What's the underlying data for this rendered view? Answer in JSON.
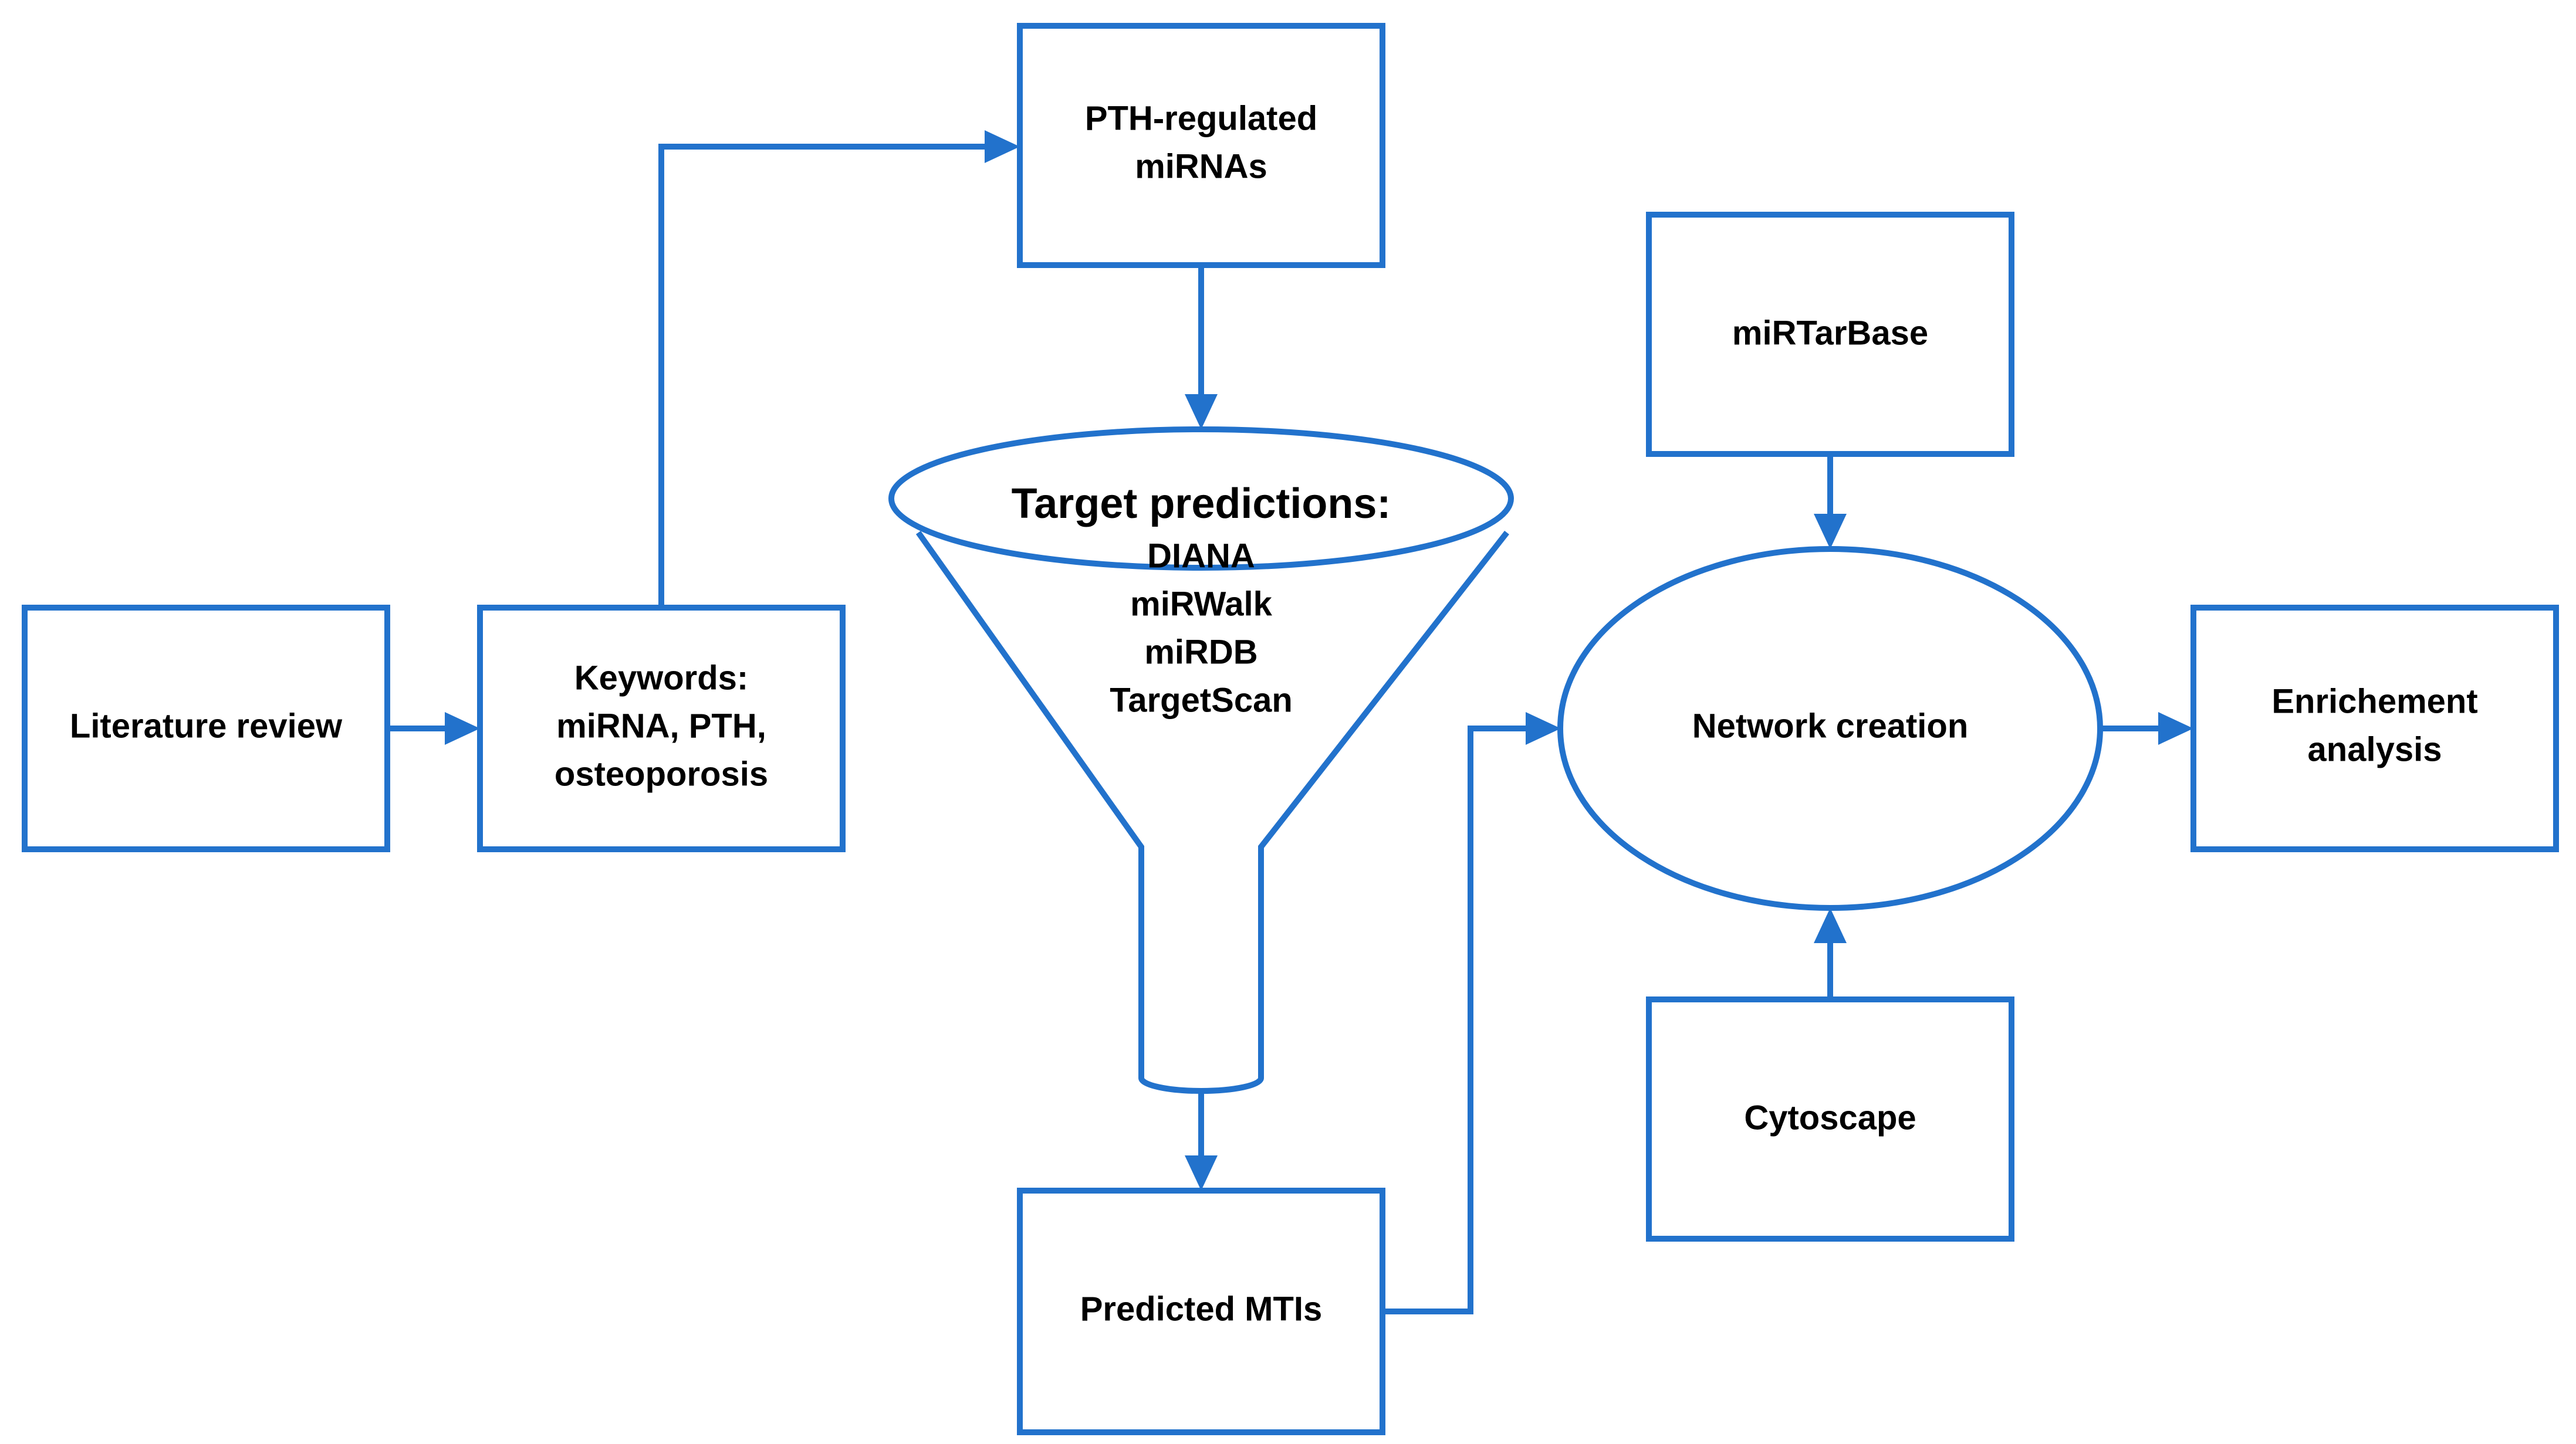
{
  "colors": {
    "stroke": "#2272CC",
    "text": "#000000",
    "background": "#FFFFFF"
  },
  "nodes": {
    "literature_review": {
      "line1": "Literature review"
    },
    "keywords": {
      "line1": "Keywords:",
      "line2": "miRNA, PTH,",
      "line3": "osteoporosis"
    },
    "pth_mirnas": {
      "line1": "PTH-regulated",
      "line2": "miRNAs"
    },
    "target_predictions": {
      "title": "Target predictions:",
      "tools": [
        "DIANA",
        "miRWalk",
        "miRDB",
        "TargetScan"
      ]
    },
    "predicted_mtis": {
      "line1": "Predicted MTIs"
    },
    "mirtarbase": {
      "line1": "miRTarBase"
    },
    "network_creation": {
      "line1": "Network creation"
    },
    "cytoscape": {
      "line1": "Cytoscape"
    },
    "enrichment": {
      "line1": "Enrichement",
      "line2": "analysis"
    }
  }
}
